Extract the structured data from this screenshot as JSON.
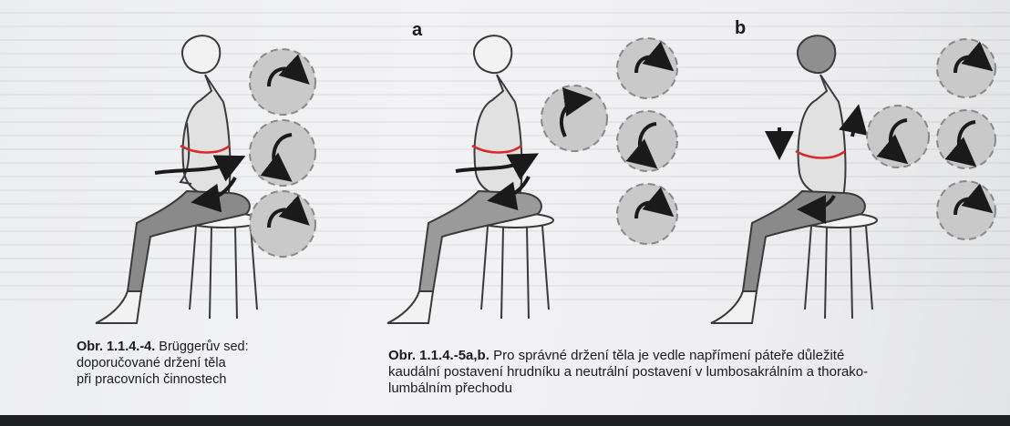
{
  "labels": {
    "a": "a",
    "b": "b"
  },
  "figure4_caption": {
    "number": "Obr. 1.1.4.-4.",
    "line1": "Brüggerův sed:",
    "line2": "doporučované držení těla",
    "line3": "při pracovních činnostech"
  },
  "figure5_caption": {
    "number": "Obr. 1.1.4.-5a,b.",
    "line1": "Pro správné držení těla je vedle napřímení páteře důležité",
    "line2": "kaudální postavení hrudníku a neutrální postavení v lumbosakrálním a thorako-",
    "line3": "lumbálním přechodu"
  },
  "colors": {
    "paper": "#efeff1",
    "gear": "#c9c9c9",
    "figure_fill": "#dcdcdc",
    "legs": "#8a8a8a",
    "outline": "#3a3a3a",
    "waist_arc": "#d82a2a",
    "arrow": "#1a1a1a"
  },
  "icons": [
    "gear-icon",
    "rotation-arrow-icon",
    "seated-figure-illustration",
    "stool-illustration"
  ]
}
